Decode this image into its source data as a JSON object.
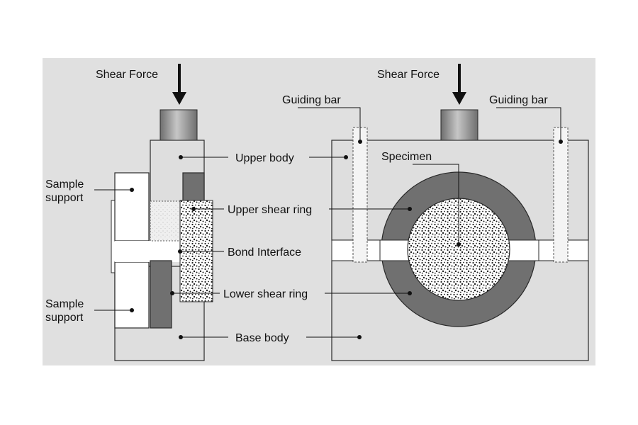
{
  "labels": {
    "shear_force_left": "Shear Force",
    "shear_force_right": "Shear Force",
    "guiding_bar_left": "Guiding bar",
    "guiding_bar_right": "Guiding bar",
    "specimen": "Specimen",
    "upper_body": "Upper body",
    "upper_shear_ring": "Upper shear ring",
    "bond_interface": "Bond Interface",
    "lower_shear_ring": "Lower shear ring",
    "base_body": "Base body",
    "sample_support_top_line1": "Sample",
    "sample_support_top_line2": "support",
    "sample_support_bottom_line1": "Sample",
    "sample_support_bottom_line2": "support"
  },
  "colors": {
    "background": "#e0e0e0",
    "body_fill": "#dedede",
    "ring_fill": "#707070",
    "cylinder_dark": "#6e6e6e",
    "cylinder_light": "#bdbdbd",
    "outline": "#2a2a2a",
    "specimen_fill": "#ffffff",
    "speckle": "#1e1e1e"
  }
}
